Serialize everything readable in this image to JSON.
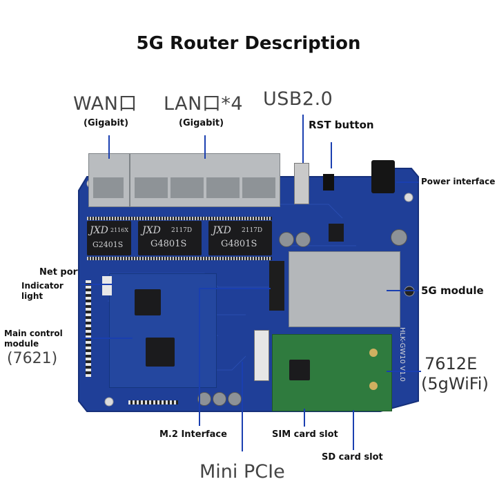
{
  "title": "5G Router Description",
  "labels": {
    "wan": "WAN口",
    "wan_sub": "(Gigabit)",
    "lan": "LAN口*4",
    "lan_sub": "(Gigabit)",
    "usb": "USB2.0",
    "rst": "RST button",
    "power": "Power interface",
    "net_port": "Net port",
    "indicator_1": "Indicator",
    "indicator_2": "light",
    "main_1": "Main control",
    "main_2": "module",
    "main_code": "(7621)",
    "module_5g": "5G module",
    "wifi_code": "7612E",
    "wifi_sub": "(5gWiFi)",
    "m2": "M.2 Interface",
    "sim": "SIM card slot",
    "sd": "SD card slot",
    "pcie": "Mini PCIe"
  },
  "board_text": {
    "chip1_brand": "JXD",
    "chip1_code": "G2401S",
    "chip1_num": "2116X",
    "chip2_brand": "JXD",
    "chip2_code": "G4801S",
    "chip2_num": "2117D",
    "chip3_brand": "JXD",
    "chip3_code": "G4801S",
    "chip3_num": "2117D",
    "board_model": "HLK-GW10 V1.0"
  },
  "colors": {
    "pcb": "#1f3f98",
    "pointer": "#1a3fb0",
    "wifi_card": "#2f7b3e"
  }
}
